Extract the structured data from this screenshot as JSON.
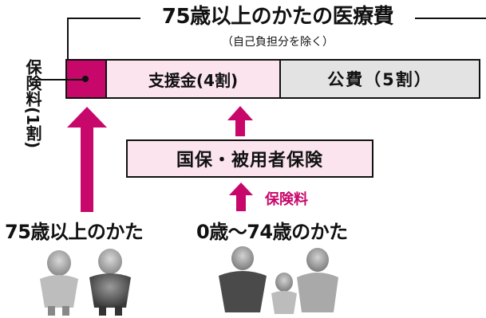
{
  "title": "75歳以上のかたの医療費",
  "subtitle": "（自己負担分を除く）",
  "bar": {
    "support": "支援金(4割)",
    "public": "公費（5割）"
  },
  "vertical_label": "保険料(1割)",
  "insurers_box": "国保・被用者保険",
  "premium_label": "保険料",
  "group_left": "75歳以上のかた",
  "group_right": "0歳〜74歳のかた",
  "colors": {
    "magenta": "#c8076a",
    "light_pink": "#fbe4ee",
    "gray": "#e3e3e3"
  }
}
